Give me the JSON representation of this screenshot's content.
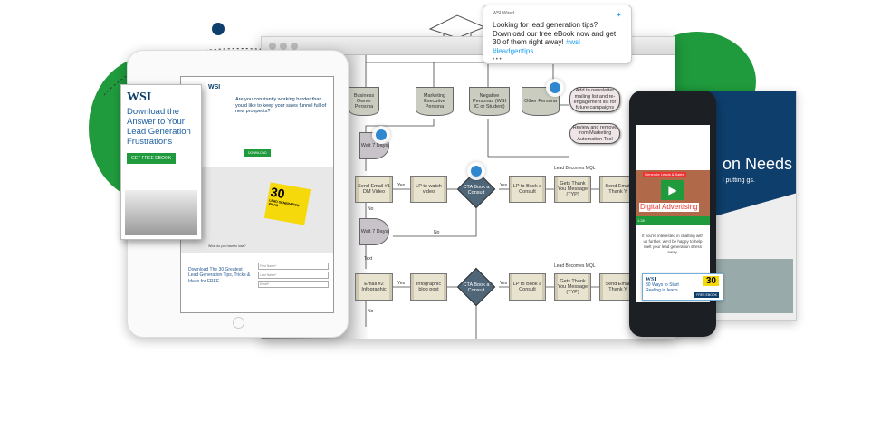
{
  "colors": {
    "brand_green": "#1f9a3c",
    "navy": "#0e3e6b",
    "flow_diamond": "#4e6678",
    "hotspot": "#2f87cf"
  },
  "tweet": {
    "account": "WSI Wired",
    "text": "Looking for lead generation tips? Download our free eBook now and get 30 of them right away!",
    "hashtags": "#wsi #leadgentips",
    "icon": "twitter-bird-icon"
  },
  "flowchart": {
    "personas": [
      "Business Owner Persona",
      "Marketing Executive Persona",
      "Negative Personas (WSI IC or Student)",
      "Other Persona"
    ],
    "newsletter": "Add to newsletter mailing list and re-engagement list for future campaigns",
    "remove": "Review and remove from Marketing Automation Tool",
    "wait1": "Wait 7 Days",
    "wait2": "Wait 7 Days",
    "row1": {
      "email": "Send Email #1 DM Video",
      "lp": "LP to watch video",
      "cta": "CTA Book a Consult",
      "lp_book": "LP to Book a Consult",
      "typ": "Gets Thank You Message (TYP)",
      "send": "Send Email Thank Y",
      "mql": "Lead Becomes MQL"
    },
    "row2": {
      "email": "Email #2 Infographic",
      "lp": "Infographic blog post",
      "cta": "CTA Book a Consult",
      "lp_book": "LP to Book a Consult",
      "typ": "Gets Thank You Message (TYP)",
      "send": "Send Email Thank Y",
      "mql": "Lead Becomes MQL"
    },
    "labels": {
      "yes": "Yes",
      "no": "No",
      "text": "Text"
    }
  },
  "banner": {
    "logo": "WSI",
    "headline": "Download the Answer to Your Lead Generation Frustrations",
    "cta": "GET FREE EBOOK"
  },
  "tablet": {
    "logo": "WSI",
    "headline": "Are you constantly working harder than you'd like to keep your sales funnel full of new prospects?",
    "button": "DOWNLOAD",
    "book_number": "30",
    "book_title": "LEAD GENERATION IDEAS",
    "question": "What do you have to lose?",
    "form_title": "Download The 30 Greatest Lead Generation Tips, Tricks & Ideas for FREE",
    "fields": [
      "First Name*",
      "Last Name*",
      "Email*"
    ]
  },
  "phone": {
    "video_title": "Digital Advertising",
    "video_tag": "Generate Leads & Sales",
    "video_time": "1:28",
    "text": "If you're interested in chatting with us further, we'd be happy to help melt your lead generation stress away.",
    "ad_logo": "WSI",
    "ad_text": "30 Ways to Start Reeling in leads",
    "ad_badge": "30",
    "ad_btn": "FREE EBOOK"
  },
  "right_window": {
    "heading": "on Needs",
    "sub": "l putting gs."
  }
}
